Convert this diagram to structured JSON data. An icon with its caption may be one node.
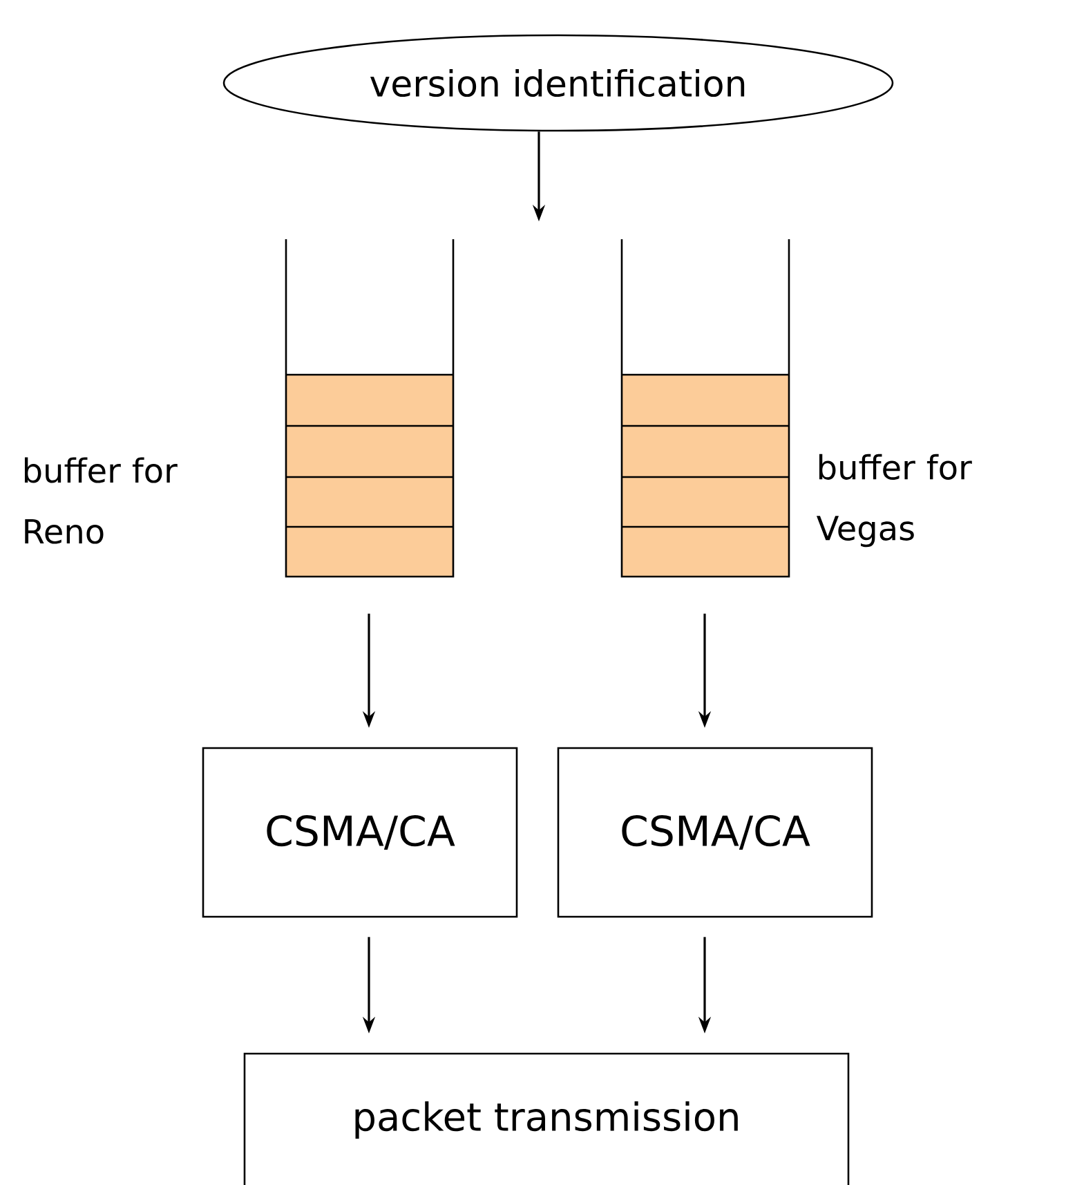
{
  "diagram": {
    "nodes": [
      {
        "text": [
          "version identification"
        ]
      },
      {
        "text": [],
        "shape": "box",
        "beside": [
          "buffer for Reno"
        ]
      },
      {
        "text": [],
        "shape": "box",
        "beside": [
          "buffer for Vegas"
        ]
      },
      {
        "text": [
          "CSMA/CA"
        ]
      },
      {
        "text": [
          "CSMA/CA"
        ]
      },
      {
        "text": [
          "packet transmission"
        ]
      }
    ],
    "edges": [
      {
        "from": 0,
        "to": null,
        "arrow": "to"
      },
      {
        "from": 1,
        "to": 3,
        "arrow": "to"
      },
      {
        "from": 2,
        "to": 4,
        "arrow": "to"
      },
      {
        "from": 3,
        "to": 5,
        "arrow": "to"
      },
      {
        "from": 4,
        "to": 5,
        "arrow": "to"
      }
    ]
  }
}
